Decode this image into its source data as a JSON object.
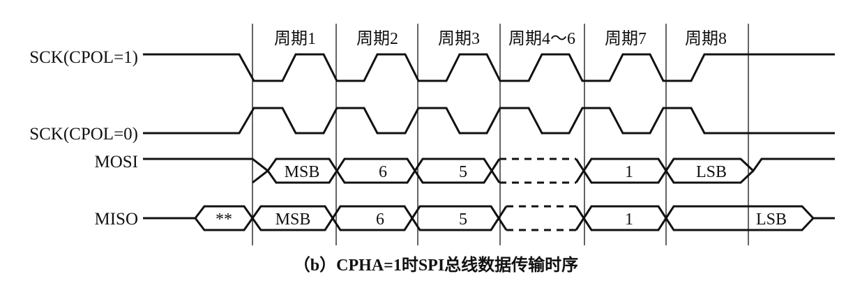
{
  "cycle_labels": [
    "周期1",
    "周期2",
    "周期3",
    "周期4～6",
    "周期7",
    "周期8"
  ],
  "signals": {
    "sck_cpol1": "SCK(CPOL=1)",
    "sck_cpol0": "SCK(CPOL=0)",
    "mosi": "MOSI",
    "miso": "MISO"
  },
  "mosi_bits": [
    "MSB",
    "6",
    "5",
    "",
    "1",
    "LSB"
  ],
  "miso_pre": "**",
  "miso_bits": [
    "MSB",
    "6",
    "5",
    "",
    "1",
    "LSB"
  ],
  "caption": "（b）CPHA=1时SPI总线数据传输时序"
}
